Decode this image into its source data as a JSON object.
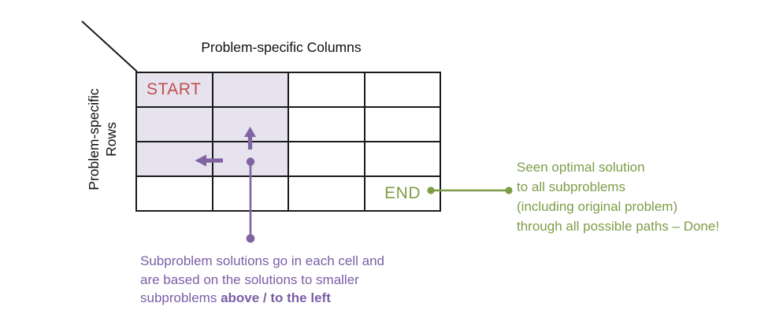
{
  "colors": {
    "red": "#c0504d",
    "purple": "#8064a2",
    "purple-text": "#7b5ea7",
    "green": "#7e9d48",
    "cell-fill": "#e6e2ee",
    "grid-line": "#1a1a1a",
    "label-text": "#111111"
  },
  "labels": {
    "columns": "Problem-specific Columns",
    "rows_line1": "Problem-specific",
    "rows_line2": "Rows"
  },
  "grid": {
    "rows": 4,
    "cols": 4,
    "start_label": "START",
    "end_label": "END",
    "shaded_cells": [
      [
        0,
        0
      ],
      [
        0,
        1
      ],
      [
        1,
        0
      ],
      [
        1,
        1
      ],
      [
        2,
        0
      ],
      [
        2,
        1
      ]
    ]
  },
  "purple_note": {
    "line1": "Subproblem solutions go in each cell and",
    "line2": "are based on the solutions to smaller",
    "line3_normal": "subproblems ",
    "line3_bold": "above / to the left"
  },
  "green_note": {
    "line1": "Seen optimal solution",
    "line2": "to all subproblems",
    "line3": "(including original problem)",
    "line4": "through all possible paths – Done!"
  }
}
